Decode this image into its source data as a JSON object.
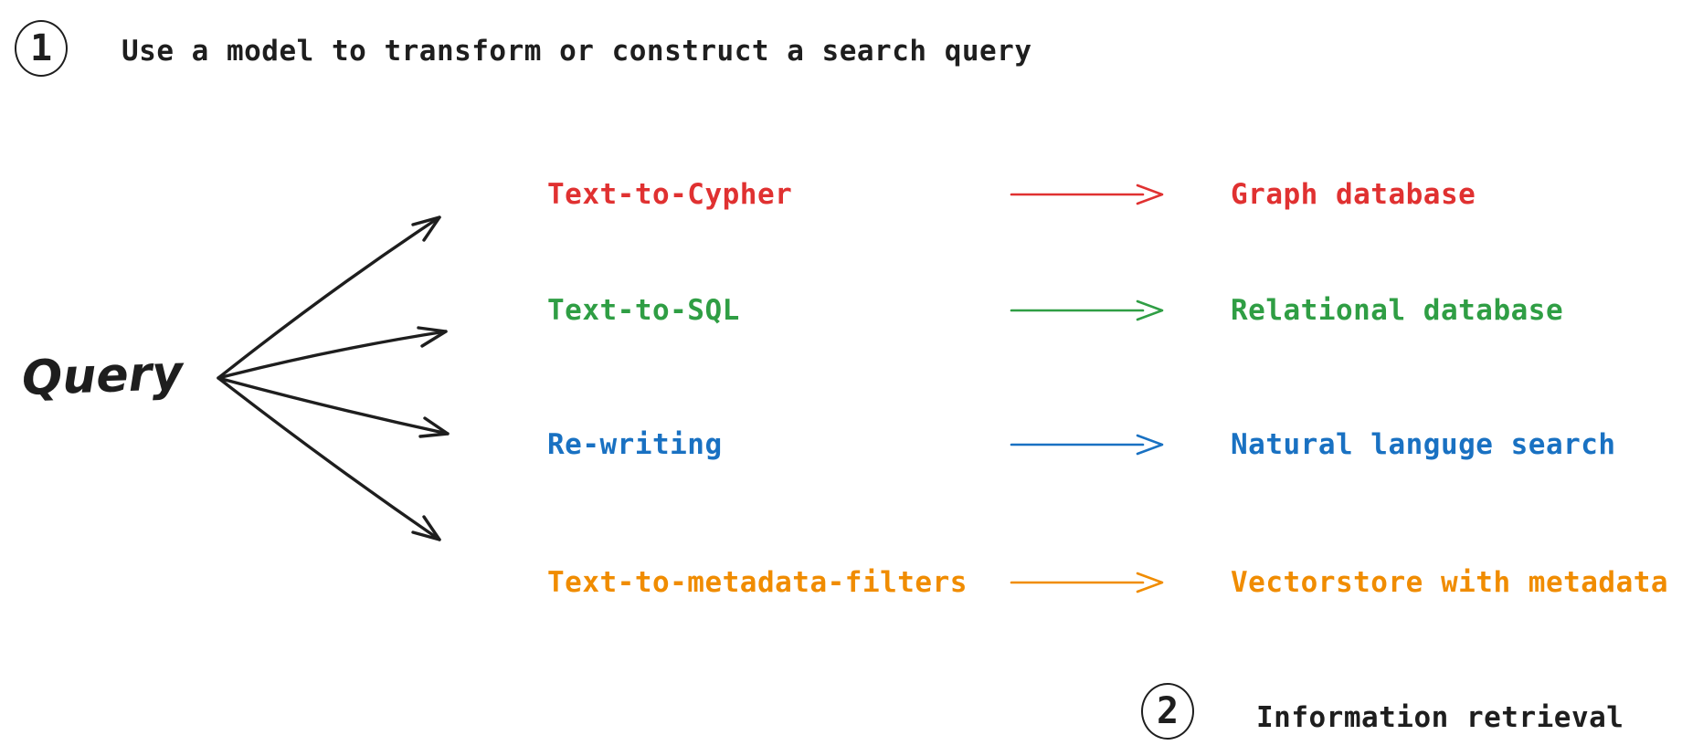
{
  "diagram": {
    "step1": {
      "number": "1",
      "label": "Use a model to transform or construct a search query"
    },
    "step2": {
      "number": "2",
      "label": "Information retrieval"
    },
    "query": {
      "label": "Query"
    },
    "rows": [
      {
        "method": "Text-to-Cypher",
        "target": "Graph database",
        "color": "#e03131"
      },
      {
        "method": "Text-to-SQL",
        "target": "Relational database",
        "color": "#2f9e44"
      },
      {
        "method": "Re-writing",
        "target": "Natural languge search",
        "color": "#1971c2"
      },
      {
        "method": "Text-to-metadata-filters",
        "target": "Vectorstore with metadata",
        "color": "#f08c00"
      }
    ],
    "colors": {
      "ink": "#1e1e1e",
      "background": "#ffffff",
      "red": "#e03131",
      "green": "#2f9e44",
      "blue": "#1971c2",
      "orange": "#f08c00"
    }
  }
}
